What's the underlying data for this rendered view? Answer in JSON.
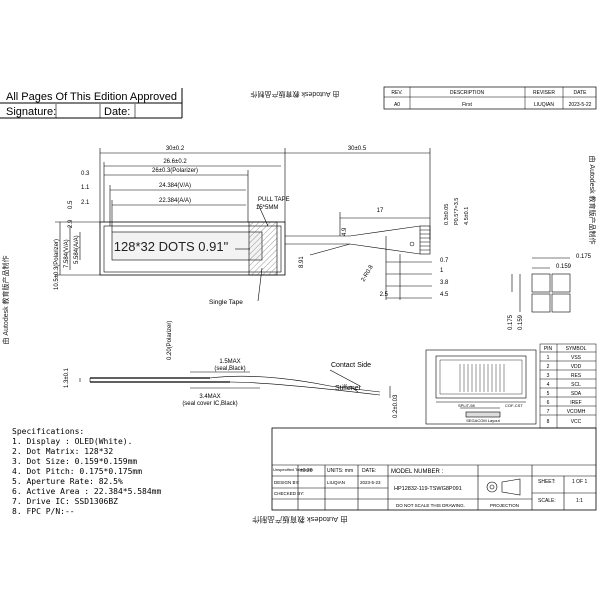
{
  "header": {
    "approval": "All Pages Of This Edition Approved",
    "signature_label": "Signature:",
    "date_label": "Date:",
    "watermark_top": "由 Autodesk 教育版产品制作"
  },
  "revision_table": {
    "headers": [
      "REV.",
      "DESCRIPTION",
      "REVISER",
      "DATE"
    ],
    "row": [
      "A0",
      "First",
      "LIUQIAN",
      "2023-5-22"
    ]
  },
  "front_view": {
    "dim_30": "30±0.2",
    "dim_26_6": "26.6±0.2",
    "dim_26_pol": "26±0.3(Polarizer)",
    "dim_24": "24.384(V/A)",
    "dim_22": "22.384(A/A)",
    "dim_03": "0.3",
    "dim_11": "1.1",
    "dim_21": "2.1",
    "dim_05": "0.5",
    "dim_29": "2.9",
    "dim_10_5": "10.5±0.3(Polarizer)",
    "dim_7_58": "7.584(V/A)",
    "dim_5_58": "5.584(A/A)",
    "screen_text": "128*32 DOTS 0.91\"",
    "pull_tape": "PULL TAPE",
    "pull_tape_size": "15*5MM",
    "single_tape": "Single Tape",
    "dim_891": "8.91"
  },
  "fpc_view": {
    "dim_30_5": "30±0.5",
    "dim_17": "17",
    "dim_49": "4.9",
    "dim_r08": "2-R0.8",
    "dim_25": "2.5",
    "dim_07": "0.7",
    "dim_1": "1",
    "dim_38": "3.8",
    "dim_45": "4.5",
    "dim_03_05": "0.3±0.05",
    "dim_p": "P0.5*7=3.5",
    "dim_4_5": "4.5±0.1"
  },
  "pixel_detail": {
    "dim_0175_top": "0.175",
    "dim_0159_top": "0.159",
    "dim_0175_side": "0.175",
    "dim_0159_side": "0.159"
  },
  "side_view": {
    "dim_13": "1.3±0.1",
    "dim_02_pol": "0.20(Polarizer)",
    "dim_15max": "1.5MAX",
    "seal_black": "(seal,Black)",
    "contact_side": "Contact Side",
    "stiffener": "Stiffener",
    "dim_34max": "3.4MAX",
    "seal_cover": "(seal cover IC,Black)",
    "dim_02_003": "0.2±0.03"
  },
  "specifications": {
    "title": "Specifications:",
    "items": [
      "1. Display : OLED(White).",
      "2. Dot Matrix: 128*32",
      "3. Dot Size: 0.159*0.159mm",
      "4. Dot Pitch: 0.175*0.175mm",
      "5. Aperture Rate: 82.5%",
      "6. Active Area : 22.384*5.584mm",
      "7. Drive IC: SSD1306BZ",
      "8. FPC P/N:--"
    ]
  },
  "pin_table": {
    "headers": [
      "PIN",
      "SYMBOL"
    ],
    "rows": [
      [
        "1",
        "VSS"
      ],
      [
        "2",
        "VDD"
      ],
      [
        "3",
        "RES"
      ],
      [
        "4",
        "SCL"
      ],
      [
        "5",
        "SDA"
      ],
      [
        "6",
        "IREF"
      ],
      [
        "7",
        "VCOMH"
      ],
      [
        "8",
        "VCC"
      ]
    ]
  },
  "layout_box": {
    "label_left": "SPLIT-98",
    "label_right": "COF-CST",
    "label_bottom": "SEGACOM Layout"
  },
  "title_block": {
    "unspecified": "Unspecified Tolerance:",
    "tolerance": "±0.20",
    "units": "UNITS: mm",
    "date_hdr": "DATE:",
    "design_by": "DESIGN BY:",
    "designer": "LIUQIAN",
    "design_date": "2023-5-23",
    "checked_by": "CHECKED BY:",
    "model_label": "MODEL NUMBER :",
    "model_number": "HP12832-119-TSWG8P091",
    "sheet_label": "SHEET:",
    "sheet_value": "1 OF 1",
    "scale_label": "SCALE:",
    "scale_value": "1:1",
    "do_not_scale": "DO NOT SCALE THIS DRAWING.",
    "projection": "PROJECTION"
  },
  "watermarks": {
    "bottom": "由 Autodesk 教育版产品制作",
    "left": "由 Autodesk 教育版产品制作",
    "right": "由 Autodesk 教育版产品制作"
  }
}
